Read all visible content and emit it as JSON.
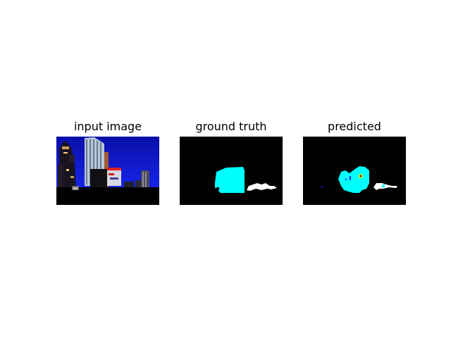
{
  "figure": {
    "panels": [
      {
        "title": "input image"
      },
      {
        "title": "ground truth"
      },
      {
        "title": "predicted"
      }
    ]
  },
  "colors": {
    "background": "#ffffff",
    "mask_background": "#000000",
    "sky_blue": "#0a14d8",
    "class_cyan": "#00ffff",
    "class_white": "#ffffff",
    "class_yellow": "#ffff00",
    "class_blue": "#1020ff"
  }
}
